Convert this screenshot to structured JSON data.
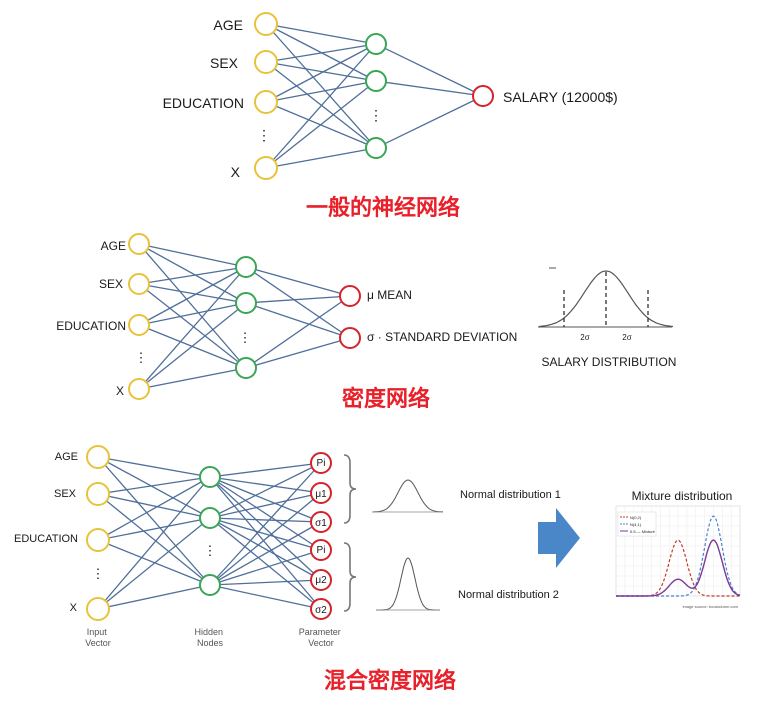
{
  "colors": {
    "input_node": "#e7c33b",
    "hidden_node": "#3aa655",
    "output_node": "#d6232a",
    "edge": "#4f6f9a",
    "title": "#e8202a",
    "arrow": "#4a87c8"
  },
  "inputs": [
    "AGE",
    "SEX",
    "EDUCATION",
    "⋮",
    "X"
  ],
  "ellipsis": "⋮",
  "general": {
    "output_label": "SALARY (12000$)",
    "title": "一般的神经网络"
  },
  "density": {
    "output_labels": [
      "μ  MEAN",
      "σ · STANDARD DEVIATION"
    ],
    "distribution_label": "SALARY DISTRIBUTION",
    "sigma_labels": [
      "2σ",
      "2σ"
    ],
    "title": "密度网络"
  },
  "mixture": {
    "param_labels": [
      "Pi",
      "μ1",
      "σ1",
      "Pi",
      "μ2",
      "σ2"
    ],
    "dist_labels": [
      "Normal distribution 1",
      "Normal distribution 2"
    ],
    "captions": [
      "Input\nVector",
      "Hidden\nNodes",
      "Parameter\nVector"
    ],
    "mixture_title": "Mixture distribution",
    "title": "混合密度网络",
    "legend": [
      "N(0,2)",
      "N(4,1)",
      "0.5 — Mixture"
    ],
    "source": "image source: boostclumn.com"
  },
  "icons": [
    "right-arrow-icon",
    "brace-icon"
  ]
}
